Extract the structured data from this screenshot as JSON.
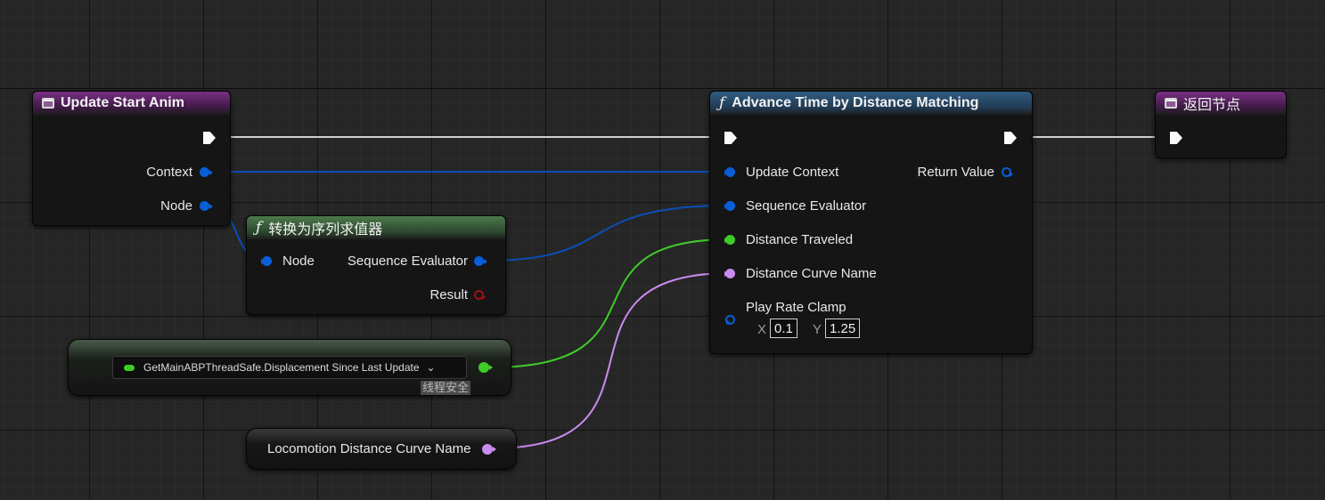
{
  "nodes": {
    "update_start_anim": {
      "title": "Update Start Anim",
      "pins": {
        "context": "Context",
        "node": "Node"
      }
    },
    "convert_sequence_evaluator": {
      "title": "转换为序列求值器",
      "pins": {
        "node": "Node",
        "sequence_evaluator": "Sequence Evaluator",
        "result": "Result"
      }
    },
    "advance_time": {
      "title": "Advance Time by Distance Matching",
      "pins": {
        "update_context": "Update Context",
        "sequence_evaluator": "Sequence Evaluator",
        "distance_traveled": "Distance Traveled",
        "distance_curve_name": "Distance Curve Name",
        "play_rate_clamp": "Play Rate Clamp",
        "return_value": "Return Value"
      },
      "play_rate_clamp": {
        "x_label": "X",
        "x_value": "0.1",
        "y_label": "Y",
        "y_value": "1.25"
      }
    },
    "return_node": {
      "title": "返回节点"
    },
    "get_displacement": {
      "dropdown_value": "GetMainABPThreadSafe.Displacement Since Last Update",
      "tag": "线程安全"
    },
    "curve_name_var": {
      "label": "Locomotion Distance Curve Name"
    }
  },
  "colors": {
    "exec": "#fafafa",
    "struct_blue": "#0a5ed8",
    "float_green": "#3fcc29",
    "name_purple": "#c98bf0",
    "object_red": "#a11010",
    "event_header": "#7a2f86",
    "function_header": "#2f5c82",
    "pure_header": "#4c7a4c"
  }
}
